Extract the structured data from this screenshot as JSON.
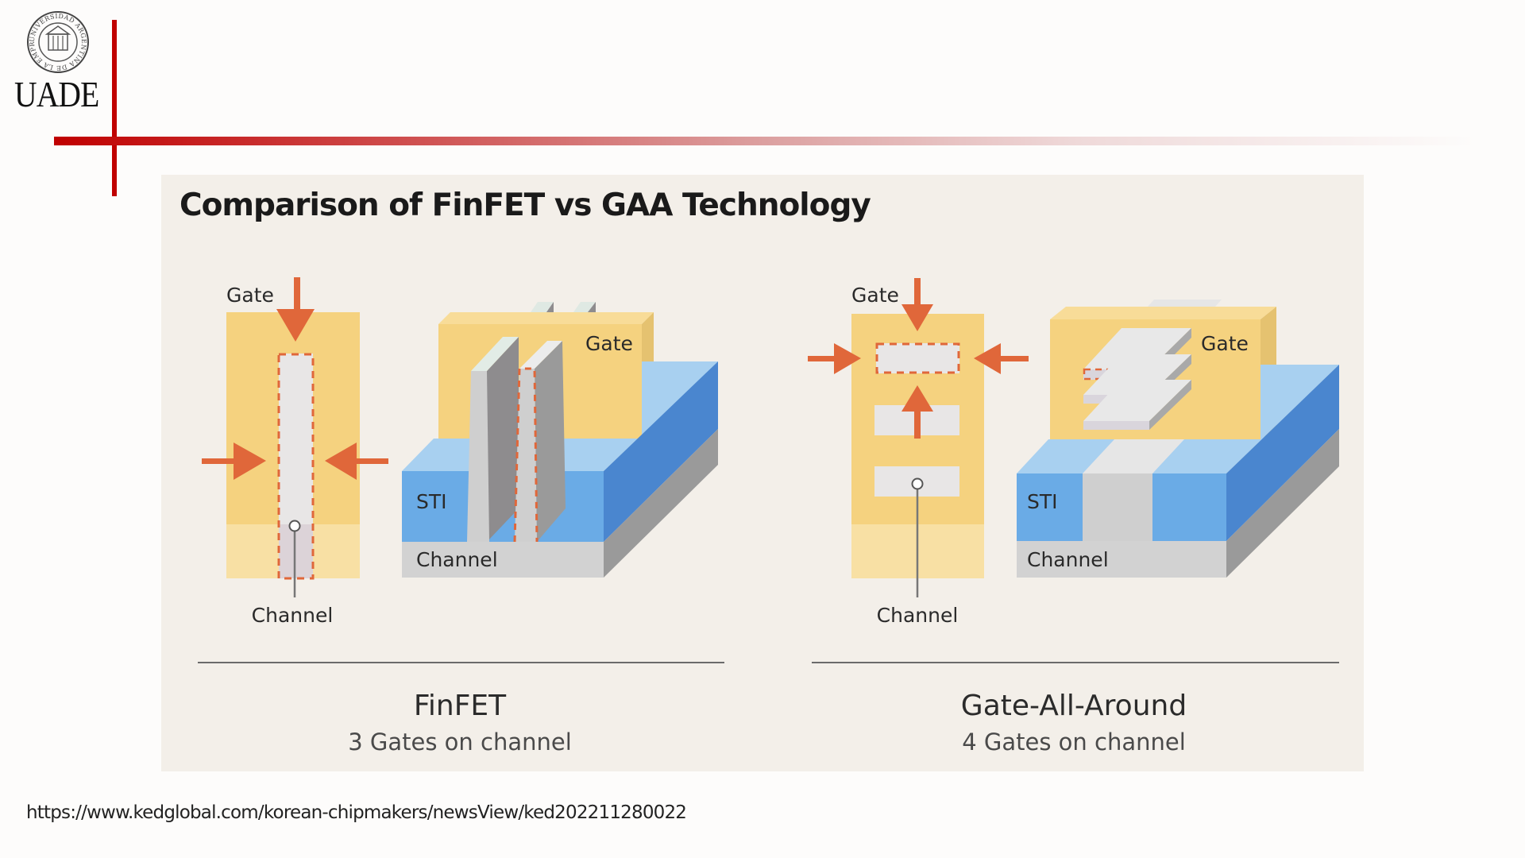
{
  "header": {
    "logo_text": "UADE",
    "seal_text": "UNIVERSIDAD ARGENTINA DE LA EMPRESA",
    "accent_color": "#c00000"
  },
  "figure": {
    "title": "Comparison of FinFET vs GAA Technology",
    "colors": {
      "gate": "#f5d27f",
      "gate_top": "#f8dc98",
      "gate_side": "#e5c270",
      "gate_lower": "#f8e0a4",
      "arrow": "#e0673a",
      "channel": "#e8e6e6",
      "sti_front": "#6aabe6",
      "sti_top": "#a8d0f0",
      "sti_side": "#4a86cf",
      "substrate": "#d2d2d2",
      "substrate_side": "#9a9a9a",
      "fin_dark": "#8e8c8e"
    },
    "finfet": {
      "cross_section": {
        "gate_label": "Gate",
        "channel_label": "Channel"
      },
      "three_d": {
        "gate_label": "Gate",
        "sti_label": "STI",
        "channel_label": "Channel"
      },
      "name": "FinFET",
      "description": "3 Gates on channel",
      "gate_count": 3
    },
    "gaa": {
      "cross_section": {
        "gate_label": "Gate",
        "channel_label": "Channel"
      },
      "three_d": {
        "gate_label": "Gate",
        "sti_label": "STI",
        "channel_label": "Channel"
      },
      "name": "Gate-All-Around",
      "description": "4 Gates on channel",
      "gate_count": 4
    }
  },
  "source": {
    "url_text": "https://www.kedglobal.com/korean-chipmakers/newsView/ked202211280022"
  }
}
